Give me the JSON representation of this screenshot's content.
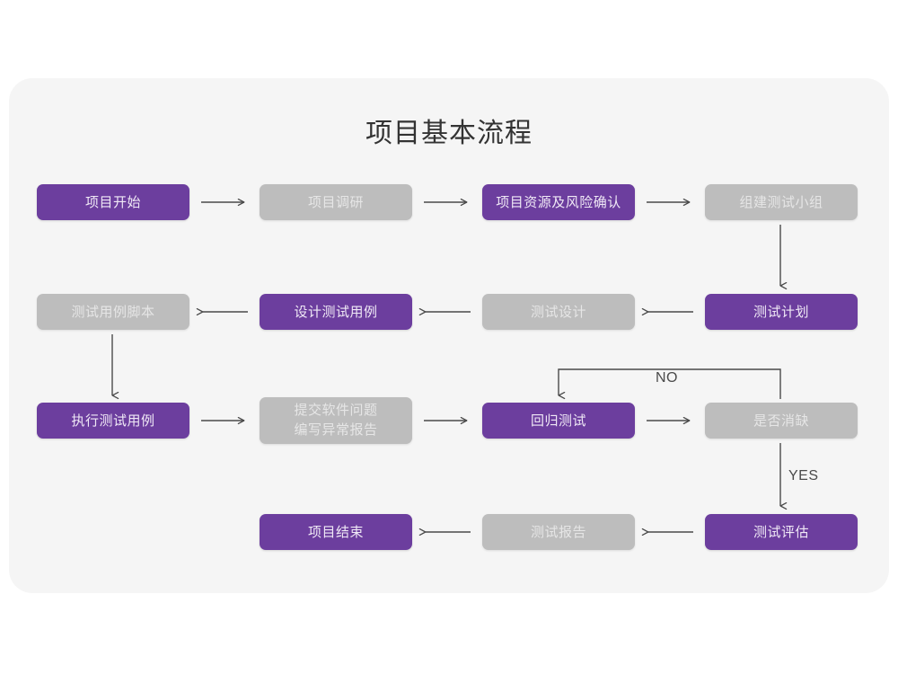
{
  "diagram": {
    "title": "项目基本流程",
    "background_color": "#f5f5f5",
    "page_color": "#ffffff",
    "colors": {
      "purple": "#6c3e9e",
      "purple_text": "#f0e9f6",
      "gray": "#bdbdbd",
      "gray_text": "#e6e6e6",
      "connector": "#4a4a4a",
      "title_text": "#333333"
    }
  },
  "nodes": {
    "n1": {
      "label": "项目开始",
      "style": "purple"
    },
    "n2": {
      "label": "项目调研",
      "style": "gray"
    },
    "n3": {
      "label": "项目资源及风险确认",
      "style": "purple"
    },
    "n4": {
      "label": "组建测试小组",
      "style": "gray"
    },
    "n5": {
      "label": "测试计划",
      "style": "purple"
    },
    "n6": {
      "label": "测试设计",
      "style": "gray"
    },
    "n7": {
      "label": "设计测试用例",
      "style": "purple"
    },
    "n8": {
      "label": "测试用例脚本",
      "style": "gray"
    },
    "n9": {
      "label": "执行测试用例",
      "style": "purple"
    },
    "n10": {
      "label": "提交软件问题\n编写异常报告",
      "style": "gray"
    },
    "n11": {
      "label": "回归测试",
      "style": "purple"
    },
    "n12": {
      "label": "是否消缺",
      "style": "gray"
    },
    "n13": {
      "label": "测试评估",
      "style": "purple"
    },
    "n14": {
      "label": "测试报告",
      "style": "gray"
    },
    "n15": {
      "label": "项目结束",
      "style": "purple"
    }
  },
  "edge_labels": {
    "no": "NO",
    "yes": "YES"
  },
  "chart_data": {
    "type": "flowchart",
    "title": "项目基本流程",
    "nodes": [
      {
        "id": "n1",
        "label": "项目开始",
        "highlight": true,
        "row": 1,
        "col": 1
      },
      {
        "id": "n2",
        "label": "项目调研",
        "highlight": false,
        "row": 1,
        "col": 2
      },
      {
        "id": "n3",
        "label": "项目资源及风险确认",
        "highlight": true,
        "row": 1,
        "col": 3
      },
      {
        "id": "n4",
        "label": "组建测试小组",
        "highlight": false,
        "row": 1,
        "col": 4
      },
      {
        "id": "n8",
        "label": "测试用例脚本",
        "highlight": false,
        "row": 2,
        "col": 1
      },
      {
        "id": "n7",
        "label": "设计测试用例",
        "highlight": true,
        "row": 2,
        "col": 2
      },
      {
        "id": "n6",
        "label": "测试设计",
        "highlight": false,
        "row": 2,
        "col": 3
      },
      {
        "id": "n5",
        "label": "测试计划",
        "highlight": true,
        "row": 2,
        "col": 4
      },
      {
        "id": "n9",
        "label": "执行测试用例",
        "highlight": true,
        "row": 3,
        "col": 1
      },
      {
        "id": "n10",
        "label": "提交软件问题 编写异常报告",
        "highlight": false,
        "row": 3,
        "col": 2
      },
      {
        "id": "n11",
        "label": "回归测试",
        "highlight": true,
        "row": 3,
        "col": 3
      },
      {
        "id": "n12",
        "label": "是否消缺",
        "highlight": false,
        "row": 3,
        "col": 4
      },
      {
        "id": "n15",
        "label": "项目结束",
        "highlight": true,
        "row": 4,
        "col": 2
      },
      {
        "id": "n14",
        "label": "测试报告",
        "highlight": false,
        "row": 4,
        "col": 3
      },
      {
        "id": "n13",
        "label": "测试评估",
        "highlight": true,
        "row": 4,
        "col": 4
      }
    ],
    "edges": [
      {
        "from": "n1",
        "to": "n2",
        "label": ""
      },
      {
        "from": "n2",
        "to": "n3",
        "label": ""
      },
      {
        "from": "n3",
        "to": "n4",
        "label": ""
      },
      {
        "from": "n4",
        "to": "n5",
        "label": ""
      },
      {
        "from": "n5",
        "to": "n6",
        "label": ""
      },
      {
        "from": "n6",
        "to": "n7",
        "label": ""
      },
      {
        "from": "n7",
        "to": "n8",
        "label": ""
      },
      {
        "from": "n8",
        "to": "n9",
        "label": ""
      },
      {
        "from": "n9",
        "to": "n10",
        "label": ""
      },
      {
        "from": "n10",
        "to": "n11",
        "label": ""
      },
      {
        "from": "n11",
        "to": "n12",
        "label": ""
      },
      {
        "from": "n12",
        "to": "n11",
        "label": "NO"
      },
      {
        "from": "n12",
        "to": "n13",
        "label": "YES"
      },
      {
        "from": "n13",
        "to": "n14",
        "label": ""
      },
      {
        "from": "n14",
        "to": "n15",
        "label": ""
      }
    ]
  }
}
